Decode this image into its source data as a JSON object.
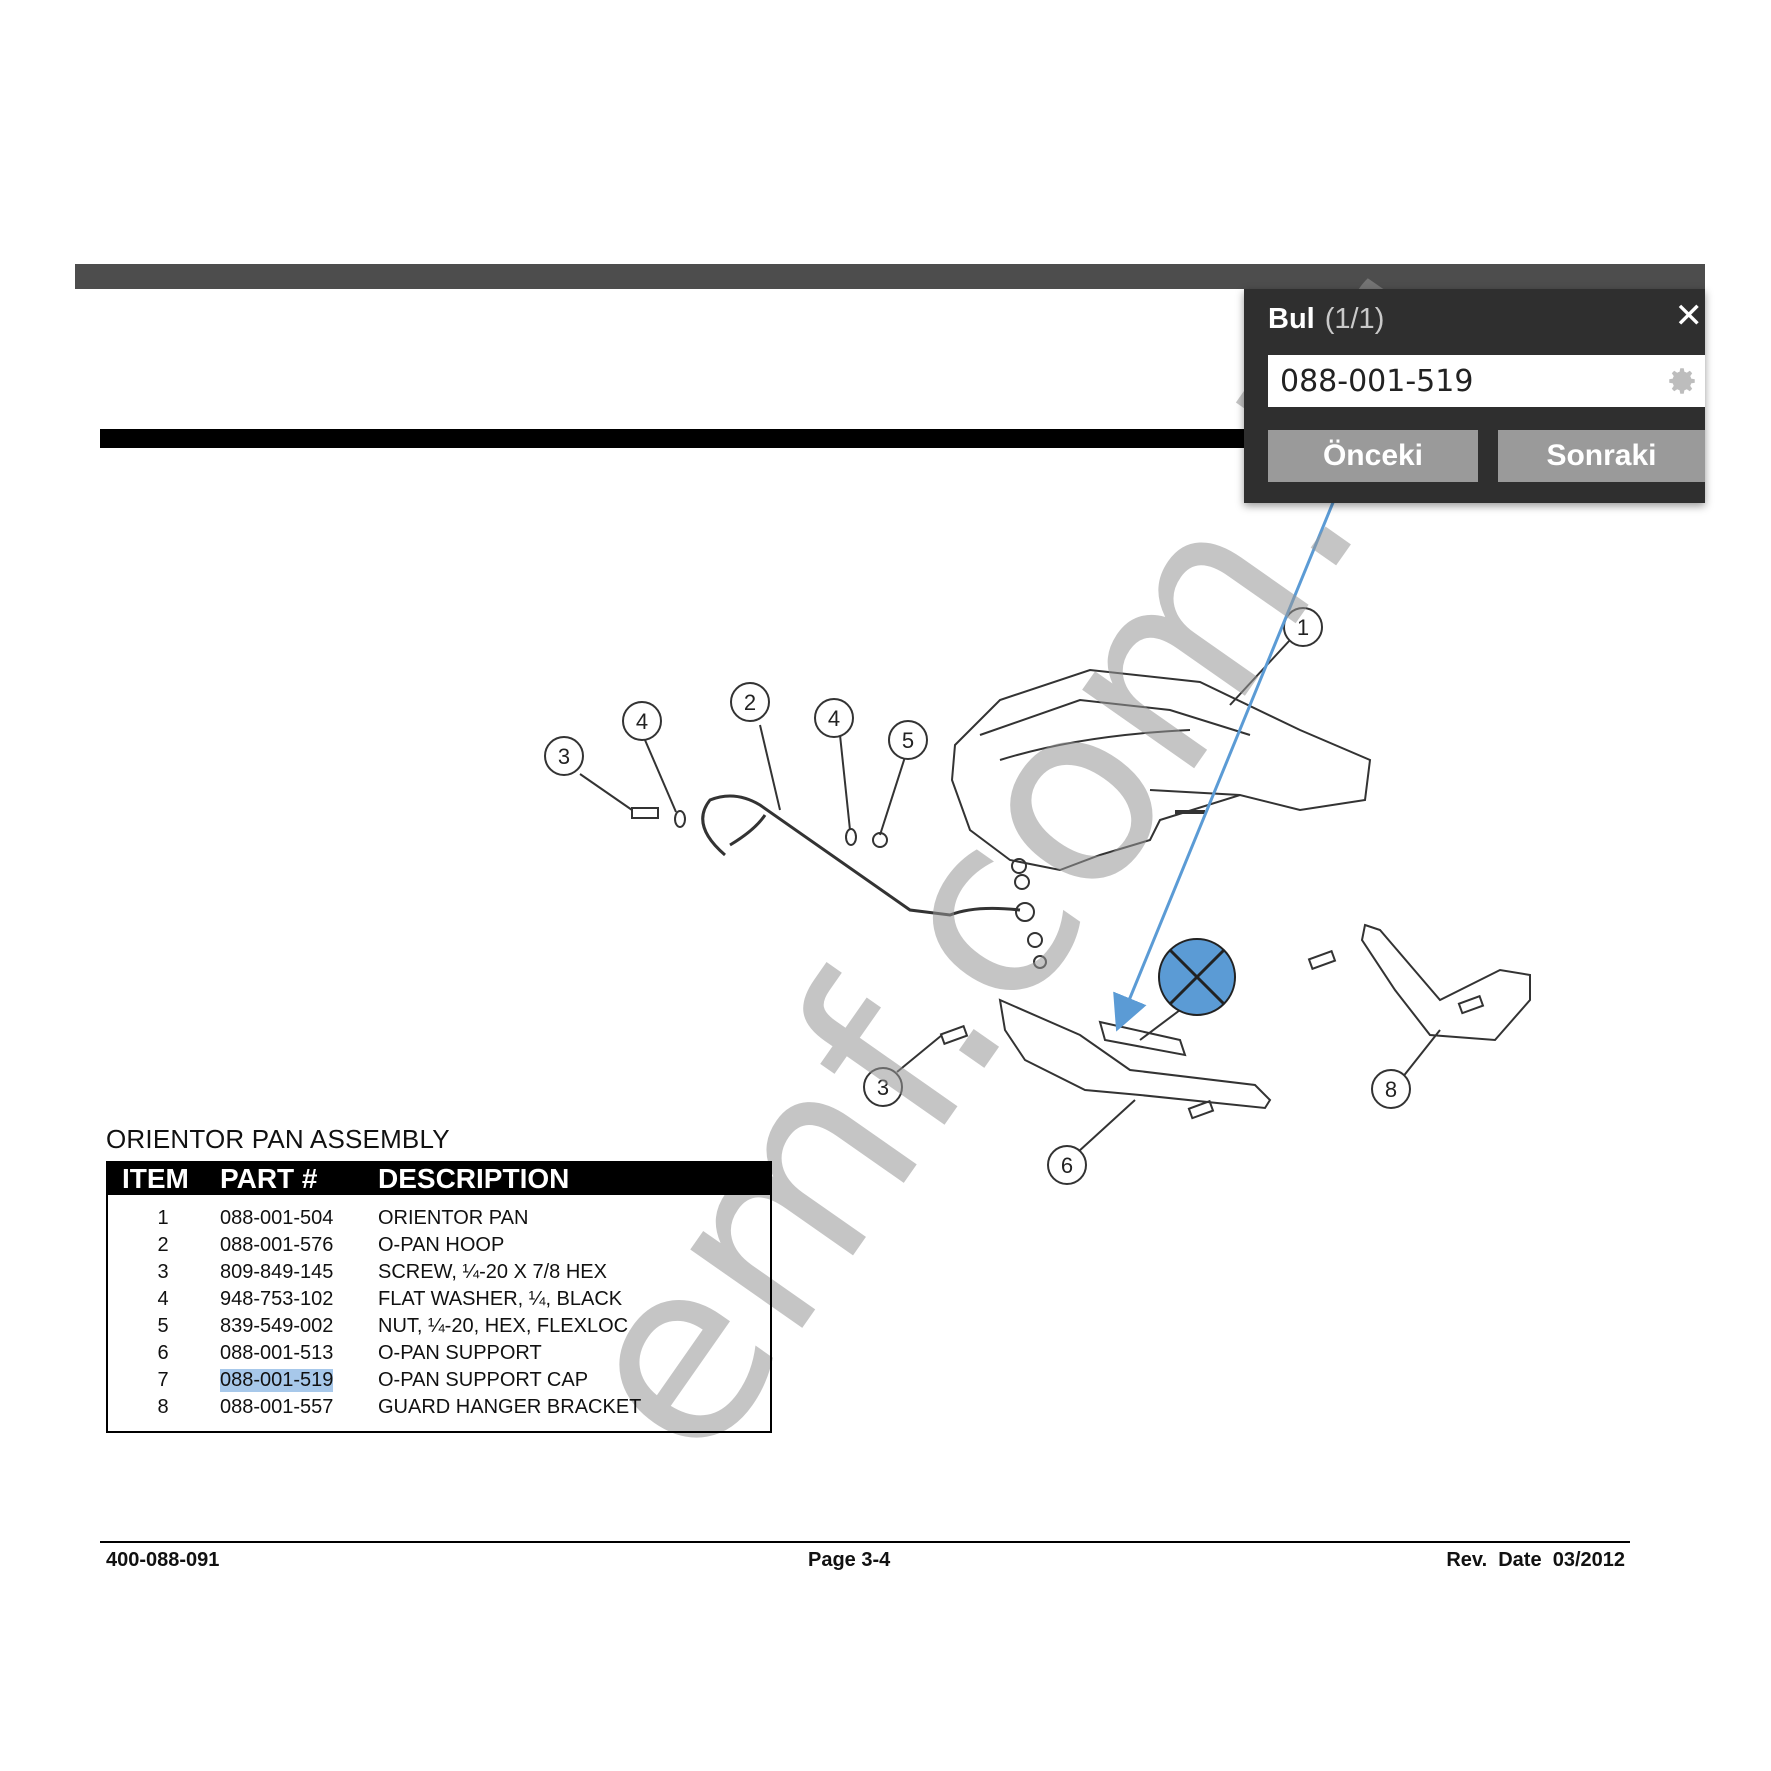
{
  "find_panel": {
    "title": "Bul",
    "count": "(1/1)",
    "close_label": "✕",
    "search_value": "088-001-519",
    "prev_label": "Önceki",
    "next_label": "Sonraki",
    "settings_icon": "gear-icon"
  },
  "diagram": {
    "callouts": [
      "1",
      "2",
      "3",
      "3",
      "4",
      "4",
      "5",
      "6",
      "8"
    ]
  },
  "table": {
    "title": "ORIENTOR PAN ASSEMBLY",
    "headers": {
      "item": "ITEM",
      "part": "PART #",
      "desc": "DESCRIPTION"
    },
    "rows": [
      {
        "item": "1",
        "part": "088-001-504",
        "desc": "ORIENTOR PAN"
      },
      {
        "item": "2",
        "part": "088-001-576",
        "desc": "O-PAN HOOP"
      },
      {
        "item": "3",
        "part": "809-849-145",
        "desc": "SCREW, ¼-20 X 7/8 HEX"
      },
      {
        "item": "4",
        "part": "948-753-102",
        "desc": "FLAT WASHER, ¼, BLACK"
      },
      {
        "item": "5",
        "part": "839-549-002",
        "desc": "NUT, ¼-20, HEX, FLEXLOC"
      },
      {
        "item": "6",
        "part": "088-001-513",
        "desc": "O-PAN SUPPORT"
      },
      {
        "item": "7",
        "part": "088-001-519",
        "desc": "O-PAN SUPPORT CAP"
      },
      {
        "item": "8",
        "part": "088-001-557",
        "desc": "GUARD HANGER BRACKET"
      }
    ],
    "highlighted_part": "088-001-519",
    "highlight_color": "#a7c8ea"
  },
  "footer": {
    "doc_number": "400-088-091",
    "page": "Page 3-4",
    "rev_date": "Rev.  Date  03/2012"
  },
  "annotation": {
    "arrow_color": "#5b9bd5",
    "marker_color": "#5b9bd5"
  },
  "watermark": "emf.com.tr"
}
